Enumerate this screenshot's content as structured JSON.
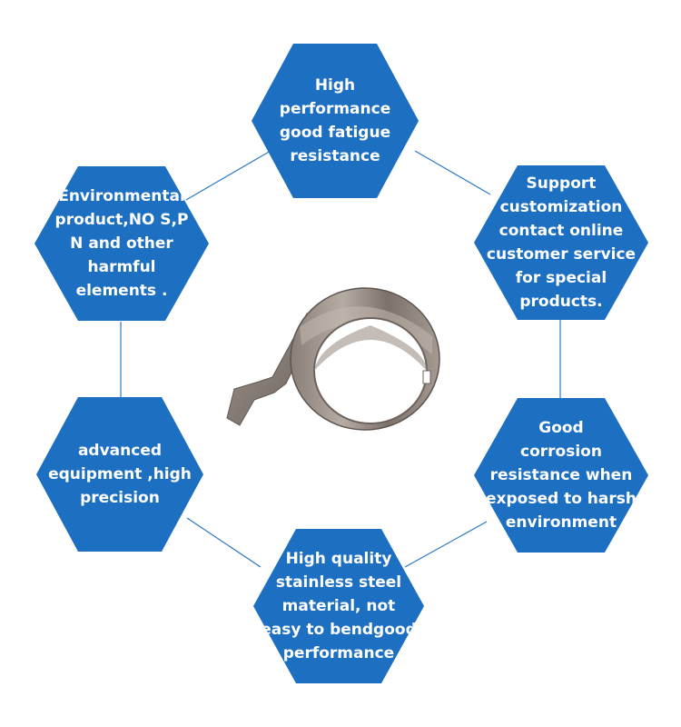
{
  "colors": {
    "hexagon_fill": "#1d6fc2",
    "connector_line": "#2b78c6",
    "text": "#ffffff"
  },
  "center_image": {
    "description_icon": "torsion-spring-photo"
  },
  "features": [
    {
      "id": "top",
      "text": "High\nperformance\ngood fatigue\nresistance"
    },
    {
      "id": "top-right",
      "text": "Support\ncustomization\ncontact online\ncustomer service\nfor special\nproducts."
    },
    {
      "id": "bottom-right",
      "text": "Good\ncorrosion\nresistance when\nexposed to harsh\nenvironment"
    },
    {
      "id": "bottom",
      "text": "High quality\nstainless steel\nmaterial, not\neasy to bendgood\nperformance"
    },
    {
      "id": "bottom-left",
      "text": "advanced\nequipment ,high\nprecision"
    },
    {
      "id": "top-left",
      "text": "Environmental\nproduct,NO S,P\nN and other harmful\nelements ."
    }
  ]
}
